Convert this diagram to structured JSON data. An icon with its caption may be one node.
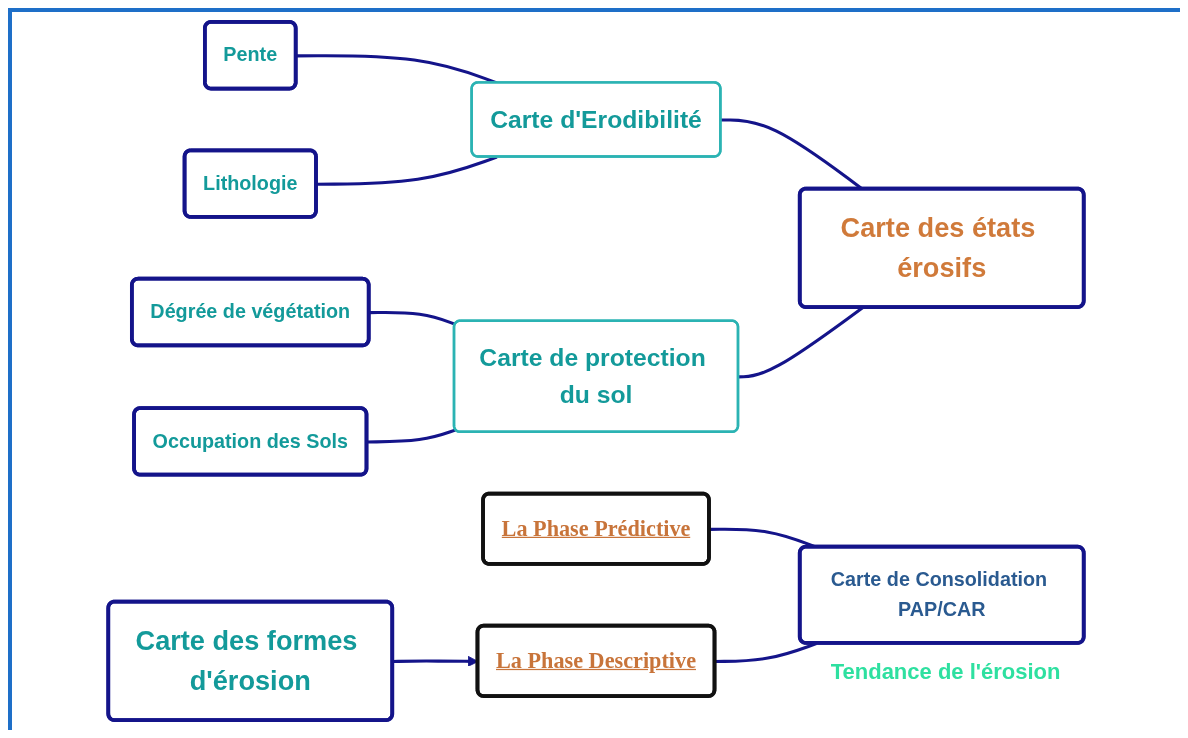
{
  "diagram": {
    "nodes": [
      {
        "text": [
          "Pente"
        ]
      },
      {
        "text": [
          "Lithologie"
        ]
      },
      {
        "text": [
          "Carte d'Erodibilité"
        ]
      },
      {
        "text": [
          "Dégrée de végétation"
        ]
      },
      {
        "text": [
          "Occupation des Sols"
        ]
      },
      {
        "text": [
          "Carte de protection du sol"
        ]
      },
      {
        "text": [
          "Carte des formes d'érosion"
        ]
      },
      {
        "text": [
          "La Phase Prédictive"
        ]
      },
      {
        "text": [
          "Carte des états érosifs"
        ]
      },
      {
        "text": [
          "La Phase Descriptive"
        ]
      },
      {
        "text": [
          "Carte de Consolidation PAP/CAR"
        ],
        "beside": [
          "Tendance de l'érosion"
        ]
      }
    ],
    "edges": [
      {
        "from": 0,
        "to": 2,
        "arrow": "none"
      },
      {
        "from": 1,
        "to": 2,
        "arrow": "none"
      },
      {
        "from": 3,
        "to": 5,
        "arrow": "none"
      },
      {
        "from": 4,
        "to": 5,
        "arrow": "none"
      },
      {
        "from": 2,
        "to": 8,
        "arrow": "none"
      },
      {
        "from": 5,
        "to": 8,
        "arrow": "none"
      },
      {
        "from": 6,
        "to": 9,
        "arrow": "to"
      },
      {
        "from": 7,
        "to": 10,
        "arrow": "none"
      },
      {
        "from": 9,
        "to": 10,
        "arrow": "none"
      }
    ]
  }
}
